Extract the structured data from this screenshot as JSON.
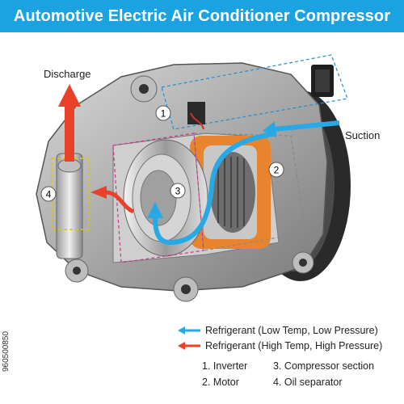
{
  "header": {
    "title": "Automotive Electric Air Conditioner Compressor",
    "bg_color": "#1aa3e0"
  },
  "labels": {
    "discharge": "Discharge",
    "suction": "Suction"
  },
  "callouts": [
    "1",
    "2",
    "3",
    "4"
  ],
  "legend": [
    {
      "text": "Refrigerant (Low Temp, Low Pressure)",
      "color": "#29a8e6"
    },
    {
      "text": "Refrigerant (High Temp, High Pressure)",
      "color": "#e8432a"
    }
  ],
  "parts": [
    {
      "number": "1.",
      "name": "Inverter"
    },
    {
      "number": "2.",
      "name": "Motor"
    },
    {
      "number": "3.",
      "name": "Compressor section"
    },
    {
      "number": "4.",
      "name": "Oil separator"
    }
  ],
  "stock_id": "960500850"
}
